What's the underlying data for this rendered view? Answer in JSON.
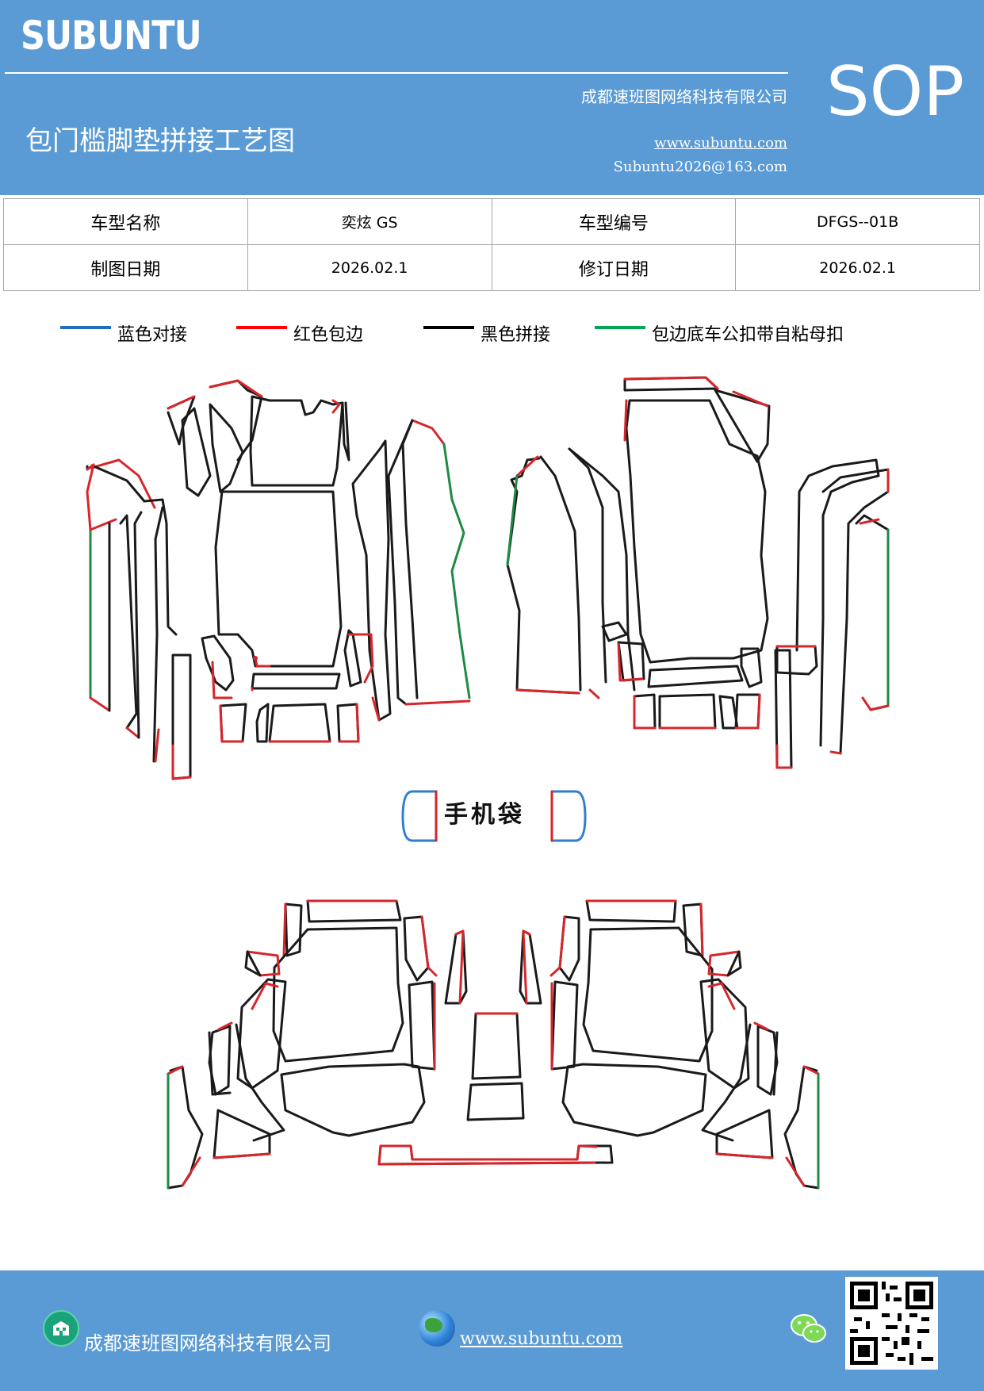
{
  "header": {
    "brand": "SUBUNTU",
    "company": "成都速班图网络科技有限公司",
    "title": "包门槛脚垫拼接工艺图",
    "website": "www.subuntu.com",
    "email": "Subuntu2026@163.com",
    "badge": "SOP"
  },
  "info_table": {
    "model_name_label": "车型名称",
    "model_name_value": "奕炫 GS",
    "model_code_label": "车型编号",
    "model_code_value": "DFGS--01B",
    "draw_date_label": "制图日期",
    "draw_date_value": "2026.02.1",
    "revise_date_label": "修订日期",
    "revise_date_value": "2026.02.1"
  },
  "legend": [
    {
      "label": "蓝色对接",
      "color": "#1f6fbf"
    },
    {
      "label": "红色包边",
      "color": "#ff0000"
    },
    {
      "label": "黑色拼接",
      "color": "#000000"
    },
    {
      "label": "包边底车公扣带自粘母扣",
      "color": "#00a651"
    }
  ],
  "colors": {
    "blue": "#2e7fd1",
    "red": "#d7262b",
    "black": "#1a1a1a",
    "green": "#1e8a44",
    "header_bg": "#5b9bd5"
  },
  "diagram": {
    "phone_pocket_label": "手机袋"
  },
  "footer": {
    "company": "成都速班图网络科技有限公司",
    "website": "www.subuntu.com",
    "company_icon": "building-icon",
    "site_icon": "globe-icon",
    "wechat_icon": "wechat-icon"
  }
}
